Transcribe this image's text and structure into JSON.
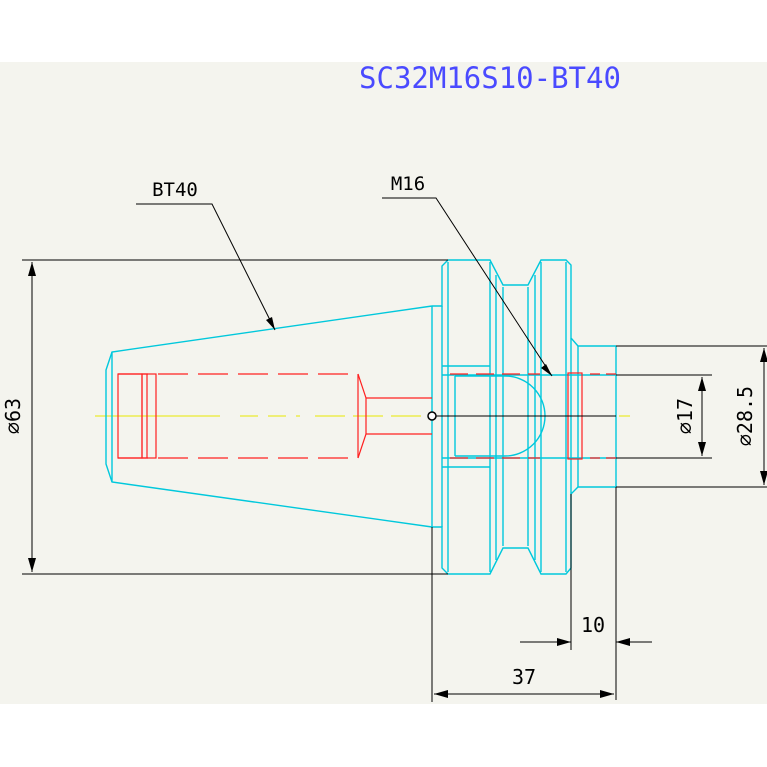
{
  "drawing": {
    "title": "SC32M16S10-BT40",
    "callouts": {
      "taper": "BT40",
      "thread": "M16"
    },
    "dimensions": {
      "body_diameter": "⌀63",
      "bore_diameter": "⌀17",
      "shank_diameter": "⌀28.5",
      "short_length": "10",
      "overall_length": "37"
    }
  },
  "colors": {
    "background_band": "#f4f4ee",
    "outline": "#00c8dc",
    "hidden": "#ff2020",
    "centerline": "#e8e800",
    "dimension": "#000000",
    "title": "#4a4aff"
  }
}
